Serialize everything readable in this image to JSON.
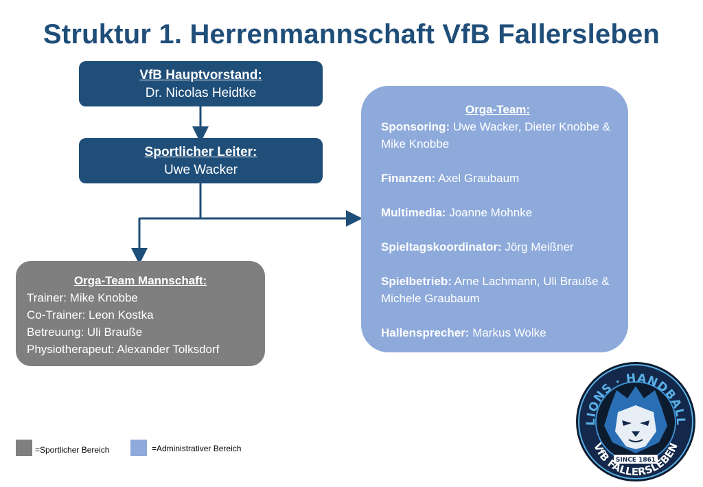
{
  "title": "Struktur 1. Herrenmannschaft VfB Fallersleben",
  "hauptvorstand": {
    "heading": "VfB Hauptvorstand:",
    "name": "Dr. Nicolas Heidtke"
  },
  "sportlicher_leiter": {
    "heading": "Sportlicher Leiter:",
    "name": "Uwe Wacker"
  },
  "orga_team_mannschaft": {
    "heading": "Orga-Team Mannschaft:",
    "lines": [
      "Trainer: Mike Knobbe",
      "Co-Trainer: Leon Kostka",
      "Betreuung: Uli Braußе",
      "Physiotherapeut: Alexander Tolksdorf"
    ]
  },
  "orga_team": {
    "heading": "Orga-Team:",
    "entries": [
      {
        "role": "Sponsoring:",
        "names": "Uwe Wacker, Dieter Knobbe & Mike Knobbe"
      },
      {
        "role": "Finanzen:",
        "names": "Axel Graubaum"
      },
      {
        "role": "Multimedia:",
        "names": "Joanne Mohnke"
      },
      {
        "role": "Spieltagskoordinator:",
        "names": "Jörg Meißner"
      },
      {
        "role": "Spielbetrieb:",
        "names": "Arne Lachmann, Uli Braußе & Michele Graubaum"
      },
      {
        "role": "Hallensprecher:",
        "names": "Markus Wolke"
      }
    ]
  },
  "legend": {
    "sport_label": "=Sportlicher Bereich",
    "admin_label": "=Administrativer Bereich"
  },
  "logo": {
    "top_text": "LIONS · HANDBALL",
    "badge_text": "SINCE 1861",
    "bottom_text": "VfB FALLERSLEBEN"
  },
  "colors": {
    "dark_blue": "#1f4e79",
    "grey": "#7f7f7f",
    "light_blue": "#8eaadb"
  }
}
